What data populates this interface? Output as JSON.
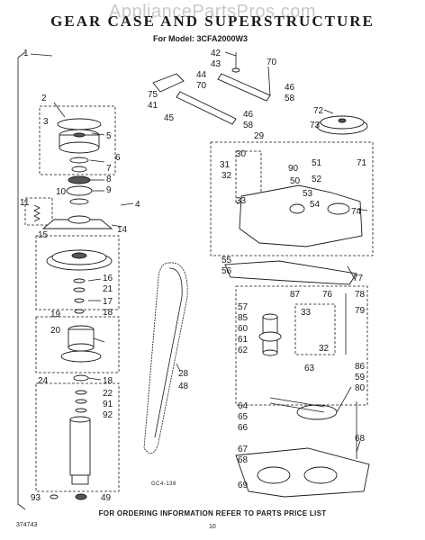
{
  "watermark": "AppliancePartsPros.com",
  "title": "GEAR CASE AND SUPERSTRUCTURE",
  "model_line": "For Model: 3CFA2000W3",
  "art_code": "GC4-138",
  "footer_note": "FOR ORDERING INFORMATION REFER TO PARTS PRICE LIST",
  "doc_code": "374743",
  "page_number": "10",
  "callouts": {
    "c1": "1",
    "c2": "2",
    "c3": "3",
    "c4": "4",
    "c5": "5",
    "c6": "6",
    "c7": "7",
    "c8": "8",
    "c9": "9",
    "c10": "10",
    "c11": "11",
    "c14": "14",
    "c15": "15",
    "c16": "16",
    "c17": "17",
    "c18a": "18",
    "c18b": "18",
    "c19": "19",
    "c20": "20",
    "c21": "21",
    "c22": "22",
    "c24": "24",
    "c28": "28",
    "c29": "29",
    "c30": "30",
    "c31": "31",
    "c32a": "32",
    "c32b": "32",
    "c33a": "33",
    "c33b": "33",
    "c41": "41",
    "c42": "42",
    "c43": "43",
    "c44": "44",
    "c45": "45",
    "c46a": "46",
    "c46b": "46",
    "c48": "48",
    "c49": "49",
    "c50": "50",
    "c51": "51",
    "c52": "52",
    "c53": "53",
    "c54": "54",
    "c55": "55",
    "c56": "56",
    "c57": "57",
    "c58a": "58",
    "c58b": "58",
    "c59": "59",
    "c60": "60",
    "c61": "61",
    "c62": "62",
    "c63": "63",
    "c64": "64",
    "c65": "65",
    "c66": "66",
    "c67": "67",
    "c68a": "68",
    "c68b": "68",
    "c69": "69",
    "c70a": "70",
    "c70b": "70",
    "c71": "71",
    "c72": "72",
    "c73": "73",
    "c74": "74",
    "c75": "75",
    "c76": "76",
    "c77": "77",
    "c78": "78",
    "c79": "79",
    "c80": "80",
    "c85": "85",
    "c86": "86",
    "c87": "87",
    "c90": "90",
    "c91": "91",
    "c92": "92",
    "c93": "93"
  }
}
